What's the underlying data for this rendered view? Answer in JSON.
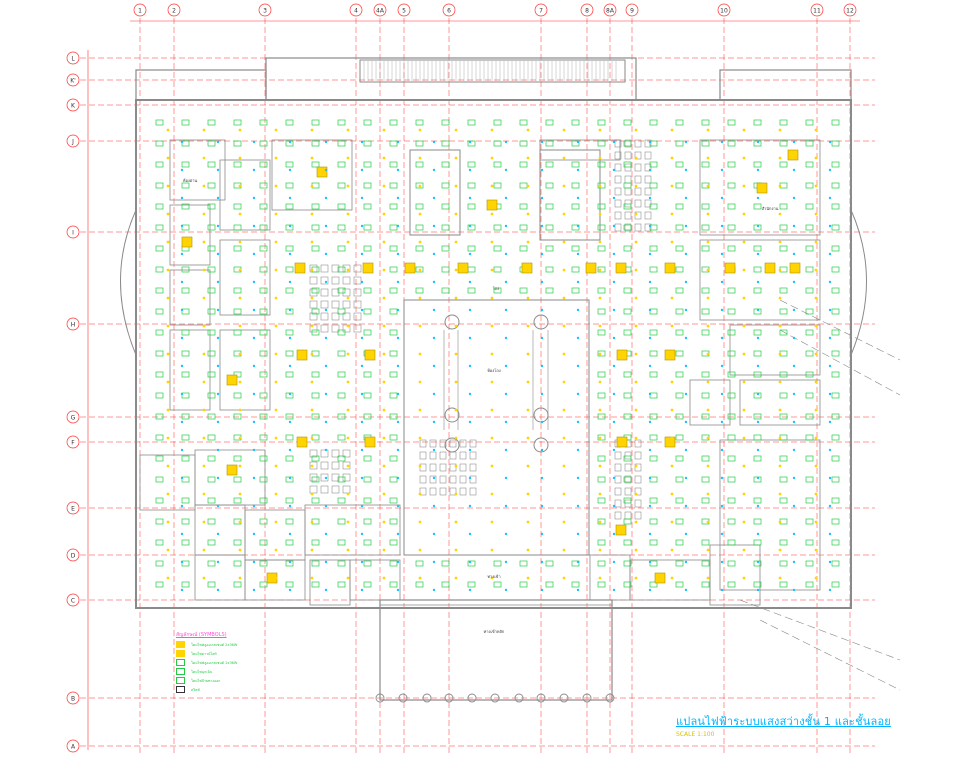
{
  "drawing": {
    "title": "แปลนไฟฟ้าระบบแสงสว่างชั้น 1 และชั้นลอย",
    "subtitle": "SCALE 1:100"
  },
  "grid": {
    "columns": [
      "1",
      "2",
      "3",
      "4",
      "4A",
      "5",
      "6",
      "7",
      "8",
      "8A",
      "9",
      "10",
      "11",
      "12"
    ],
    "rows": [
      "L",
      "K'",
      "K",
      "J",
      "I",
      "H",
      "G",
      "F",
      "E",
      "D",
      "C",
      "B",
      "A"
    ]
  },
  "rooms": {
    "hall_center": "ห้องโถง",
    "hall_upper": "โถง",
    "entrance": "ทางเข้า",
    "main_entrance": "ทางเข้าหลัก",
    "reading_left": "ห้องอ่าน",
    "office_right": "สำนักงาน"
  },
  "legend": {
    "title": "สัญลักษณ์ (SYMBOLS)",
    "items": [
      "โคมไฟฟลูออเรสเซนต์ 2x36W",
      "โคมไฟดาวน์ไลท์",
      "โคมไฟฟลูออเรสเซนต์ 1x36W",
      "โคมไฟฉุกเฉิน",
      "โคมไฟป้ายทางออก",
      "สวิตช์"
    ]
  },
  "colors": {
    "grid_line": "#ff3030",
    "wall": "#8a8a8a",
    "fixture": "#22cc44",
    "downlight": "#ffd400",
    "cyan_dot": "#19c0ff",
    "title": "#00b4ff"
  }
}
